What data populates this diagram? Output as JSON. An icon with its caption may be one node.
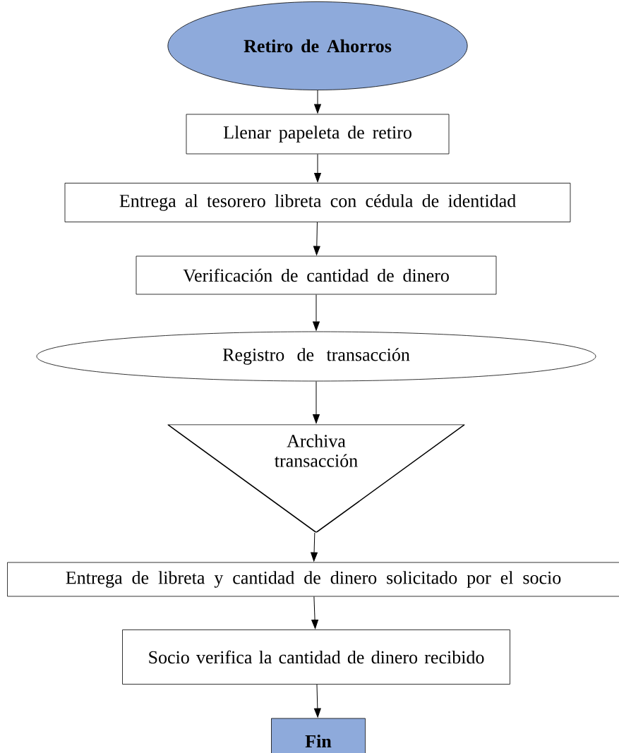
{
  "diagram": {
    "nodes": [
      {
        "text": [
          "Retiro de Ahorros"
        ]
      },
      {
        "text": [
          "Llenar papeleta de retiro"
        ]
      },
      {
        "text": [
          "Entrega al tesorero libreta con cédula de identidad"
        ]
      },
      {
        "text": [
          "Verificación de cantidad de dinero"
        ]
      },
      {
        "text": [
          "Registro de transacción"
        ]
      },
      {
        "text": [
          "Archiva transacción"
        ]
      },
      {
        "text": [
          "Entrega de libreta y cantidad de dinero solicitado por el socio"
        ]
      },
      {
        "text": [
          "Socio verifica la cantidad de dinero recibido"
        ]
      },
      {
        "text": [
          "Fin"
        ]
      }
    ],
    "edges": [
      {
        "from": 0,
        "to": 1,
        "arrow": "to"
      },
      {
        "from": 1,
        "to": 2,
        "arrow": "to"
      },
      {
        "from": 2,
        "to": 3,
        "arrow": "to"
      },
      {
        "from": 3,
        "to": 4,
        "arrow": "to"
      },
      {
        "from": 4,
        "to": 5,
        "arrow": "to"
      },
      {
        "from": 5,
        "to": 6,
        "arrow": "to"
      },
      {
        "from": 6,
        "to": 7,
        "arrow": "to"
      },
      {
        "from": 7,
        "to": 8,
        "arrow": "to"
      }
    ]
  }
}
